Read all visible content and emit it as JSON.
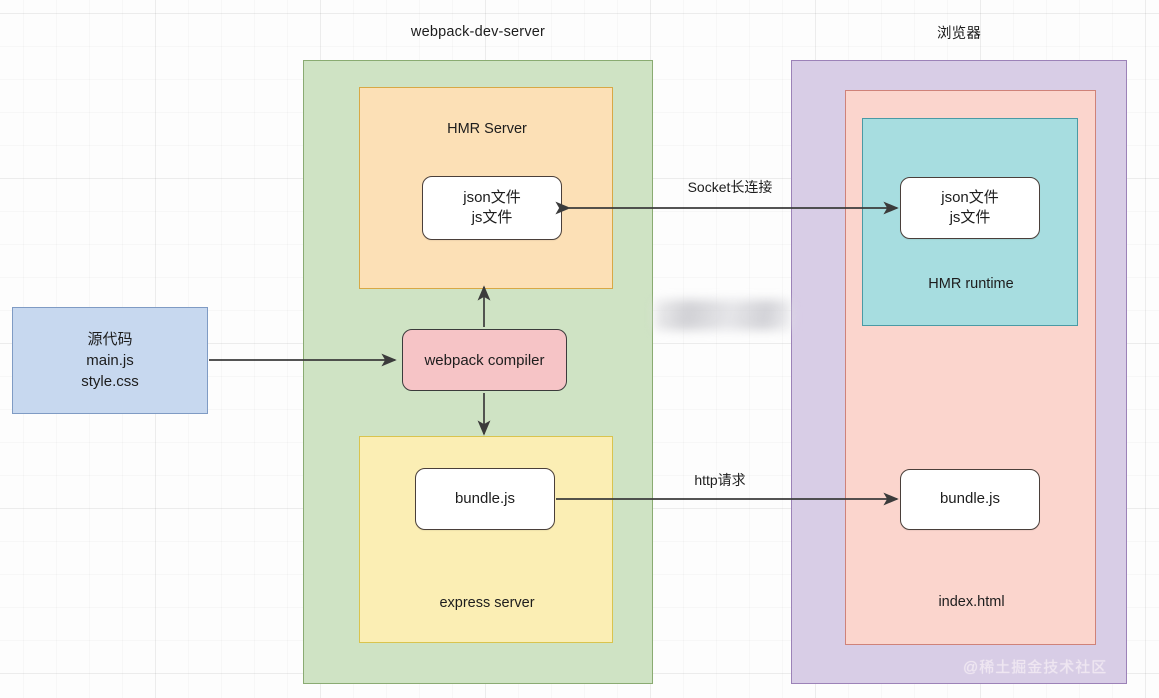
{
  "diagram": {
    "title_left": "webpack-dev-server",
    "title_right": "浏览器",
    "source": {
      "line1": "源代码",
      "line2": "main.js",
      "line3": "style.css"
    },
    "server": {
      "hmr_server_label": "HMR Server",
      "hmr_server_node_line1": "json文件",
      "hmr_server_node_line2": "js文件",
      "compiler_label": "webpack compiler",
      "express_label": "express server",
      "bundle_label": "bundle.js"
    },
    "browser": {
      "hmr_runtime_label": "HMR runtime",
      "hmr_runtime_node_line1": "json文件",
      "hmr_runtime_node_line2": "js文件",
      "index_label": "index.html",
      "bundle_label": "bundle.js"
    },
    "edges": {
      "socket_label": "Socket长连接",
      "http_label": "http请求"
    },
    "watermark": "@稀土掘金技术社区",
    "colors": {
      "green": "#cfe3c4",
      "orange": "#fce0b6",
      "yellow": "#fbeeb4",
      "purple": "#d8cde6",
      "pink": "#fbd5cd",
      "cyan": "#a7dde0",
      "blue": "#c7d8ef",
      "compiler_pink": "#f6c4c6",
      "arrow": "#3b3b3b"
    }
  }
}
